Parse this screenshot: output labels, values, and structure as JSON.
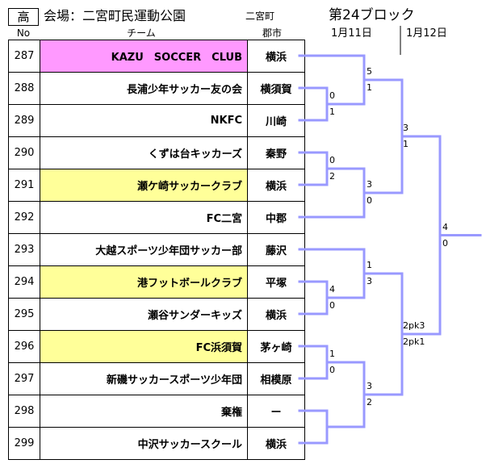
{
  "header": {
    "level": "高",
    "venue": "会場：二宮町民運動公園",
    "venue_sub": "二宮町",
    "block": "第24ブロック",
    "day1": "1月11日",
    "day2": "1月12日",
    "col_no": "No",
    "col_team": "チーム",
    "col_city": "郡市"
  },
  "colors": {
    "line": "#9999ff",
    "highlight_yellow": "#ffff99",
    "highlight_pink": "#ff99ff"
  },
  "teams": [
    {
      "no": "287",
      "name": "KAZU　SOCCER　CLUB",
      "city": "横浜",
      "hl": "pink"
    },
    {
      "no": "288",
      "name": "長浦少年サッカー友の会",
      "city": "横須賀",
      "hl": ""
    },
    {
      "no": "289",
      "name": "NKFC",
      "city": "川崎",
      "hl": ""
    },
    {
      "no": "290",
      "name": "くずは台キッカーズ",
      "city": "秦野",
      "hl": ""
    },
    {
      "no": "291",
      "name": "瀬ケ崎サッカークラブ",
      "city": "横浜",
      "hl": "yellow"
    },
    {
      "no": "292",
      "name": "FC二宮",
      "city": "中郡",
      "hl": ""
    },
    {
      "no": "293",
      "name": "大越スポーツ少年団サッカー部",
      "city": "藤沢",
      "hl": ""
    },
    {
      "no": "294",
      "name": "港フットボールクラブ",
      "city": "平塚",
      "hl": "yellow"
    },
    {
      "no": "295",
      "name": "瀬谷サンダーキッズ",
      "city": "横浜",
      "hl": ""
    },
    {
      "no": "296",
      "name": "FC浜須賀",
      "city": "茅ヶ崎",
      "hl": "yellow"
    },
    {
      "no": "297",
      "name": "新磯サッカースポーツ少年団",
      "city": "相模原",
      "hl": ""
    },
    {
      "no": "298",
      "name": "棄権",
      "city": "ー",
      "hl": ""
    },
    {
      "no": "299",
      "name": "中沢サッカースクール",
      "city": "横浜",
      "hl": ""
    }
  ],
  "scores": {
    "r1_288_289_top": "0",
    "r1_288_289_bot": "1",
    "r1_290_291_top": "0",
    "r1_290_291_bot": "2",
    "r1_294_295_top": "4",
    "r1_294_295_bot": "0",
    "r1_296_297_top": "1",
    "r1_296_297_bot": "0",
    "r2_287_top": "5",
    "r2_287_bot": "1",
    "r2_292_top": "3",
    "r2_292_bot": "0",
    "r2_293_top": "1",
    "r2_293_bot": "3",
    "r2_299_top": "3",
    "r2_299_bot": "2",
    "r3_upper_top": "3",
    "r3_upper_bot": "1",
    "r3_lower_top": "2pk3",
    "r3_lower_bot": "2pk1",
    "final_top": "4",
    "final_bot": "0"
  }
}
